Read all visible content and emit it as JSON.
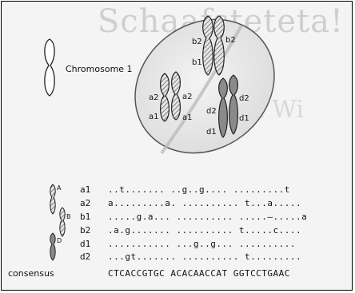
{
  "background_title": "Schaafsteteta!",
  "background_sub": "Von Wi",
  "chromosome_label": "Chromosome 1",
  "pair_labels": {
    "a_left_top": "a2",
    "a_left_bottom": "a1",
    "a_right_top": "a2",
    "a_right_bottom": "a1",
    "b_left_top": "b2",
    "b_left_bottom": "b1",
    "b_right_top": "b2",
    "d_left_top": "d2",
    "d_left_bottom": "d1",
    "d_right_top": "d2",
    "d_right_bottom": "d1"
  },
  "small_tags": {
    "A": "A",
    "B": "B",
    "D": "D"
  },
  "alignment": {
    "rows": [
      {
        "label": "a1",
        "seq": "..t....... ..g..g.... .........t"
      },
      {
        "label": "a2",
        "seq": "a.........a. .......... t...a....."
      },
      {
        "label": "b1",
        "seq": ".....g.a... .......... .....–.....a"
      },
      {
        "label": "b2",
        "seq": ".a.g....... .......... t.....c...."
      },
      {
        "label": "d1",
        "seq": "........... ...g..g... .........."
      },
      {
        "label": "d2",
        "seq": "...gt....... .......... t........."
      }
    ],
    "consensus_label": "consensus",
    "consensus_seq": "CTCACCGTGC ACACAACCAT GGTCCTGAAC"
  }
}
